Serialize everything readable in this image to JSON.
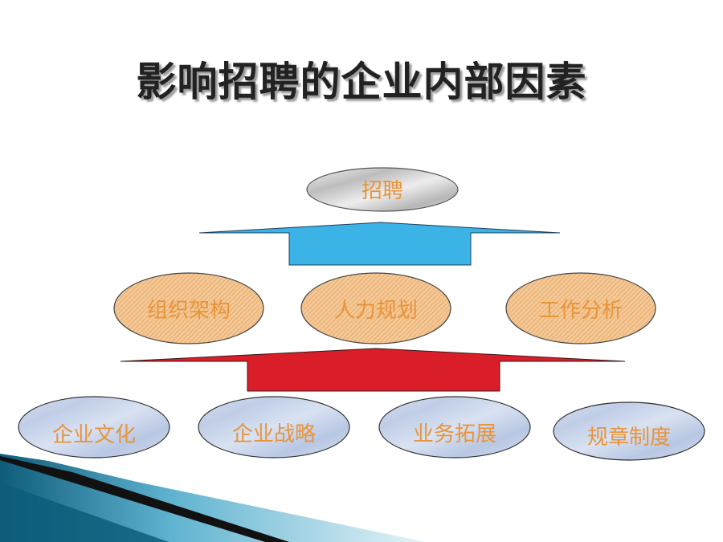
{
  "title": "影响招聘的企业内部因素",
  "top": {
    "label": "招聘"
  },
  "middle": [
    {
      "label": "组织架构"
    },
    {
      "label": "人力规划"
    },
    {
      "label": "工作分析"
    }
  ],
  "bottom": [
    {
      "label": "企业文化"
    },
    {
      "label": "企业战略"
    },
    {
      "label": "业务拓展"
    },
    {
      "label": "规章制度"
    }
  ],
  "colors": {
    "label_text": "#e8943a",
    "top_arrow": "#3bb3e6",
    "bottom_arrow": "#d91e2a",
    "middle_fill": "#f3c896",
    "bottom_fill": "#c8d4ea",
    "top_fill": "#d9d9d9"
  }
}
